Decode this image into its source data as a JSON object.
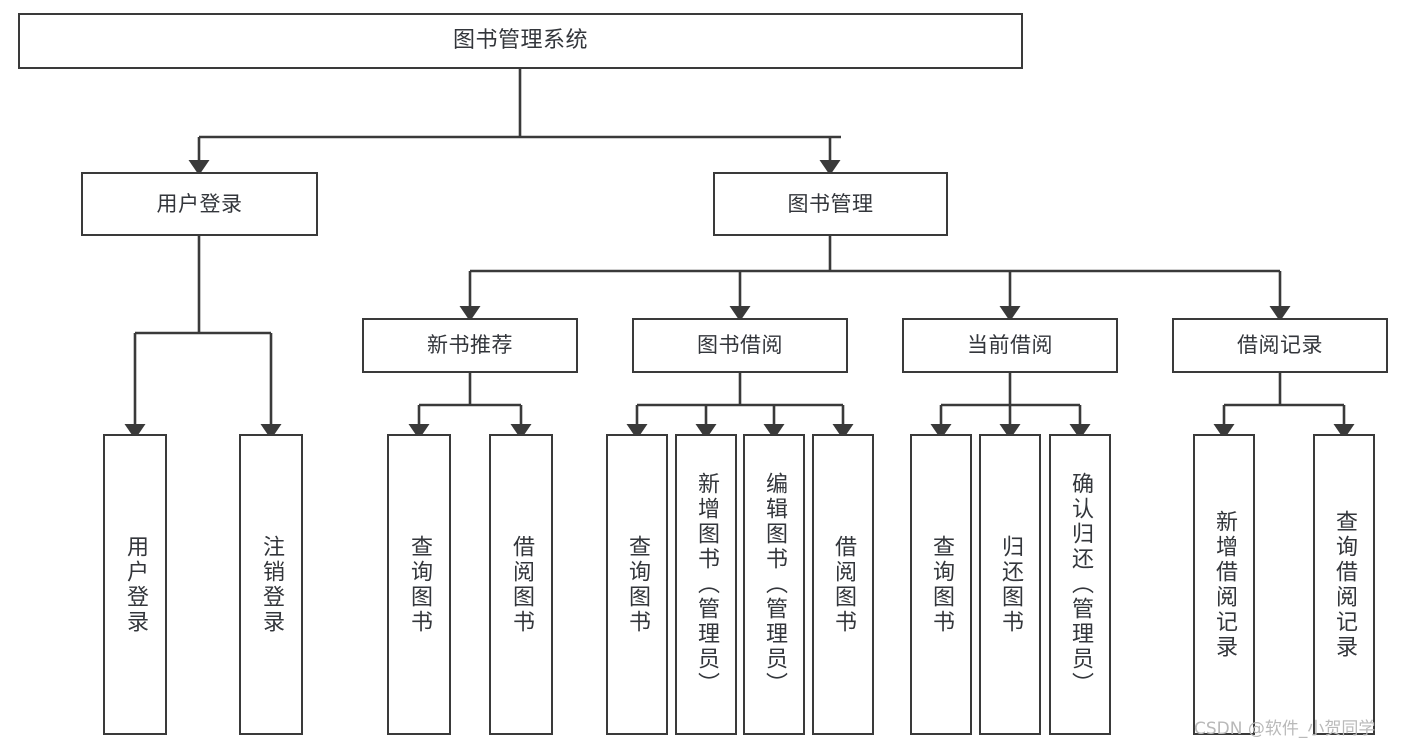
{
  "diagram": {
    "title": "图书管理系统",
    "type": "tree-hierarchy",
    "orientation": "top-down",
    "style": {
      "background": "#ffffff",
      "box_border": "#3a3a3a",
      "box_fill": "#ffffff",
      "text_color": "#33363b",
      "edge_color": "#3a3a3a",
      "watermark_color": "#b9b9b9"
    }
  },
  "watermark": {
    "text": "CSDN @软件_小贺同学"
  },
  "nodes": {
    "root": {
      "label": "图书管理系统"
    },
    "level1": [
      {
        "id": "user-login",
        "label": "用户登录"
      },
      {
        "id": "book-manage",
        "label": "图书管理"
      }
    ],
    "level2": [
      {
        "id": "new-book-recommend",
        "label": "新书推荐"
      },
      {
        "id": "book-borrow",
        "label": "图书借阅"
      },
      {
        "id": "current-borrow",
        "label": "当前借阅"
      },
      {
        "id": "borrow-record",
        "label": "借阅记录"
      }
    ],
    "leaves": {
      "user_login": [
        {
          "id": "leaf-user-login",
          "label": "用户登录"
        },
        {
          "id": "leaf-logout-login",
          "label": "注销登录"
        }
      ],
      "new_book_recommend": [
        {
          "id": "leaf-query-book-1",
          "label": "查询图书"
        },
        {
          "id": "leaf-borrow-book-1",
          "label": "借阅图书"
        }
      ],
      "book_borrow": [
        {
          "id": "leaf-query-book-2",
          "label": "查询图书"
        },
        {
          "id": "leaf-add-book",
          "label": "新增图书（管理员）"
        },
        {
          "id": "leaf-edit-book",
          "label": "编辑图书（管理员）"
        },
        {
          "id": "leaf-borrow-book-2",
          "label": "借阅图书"
        }
      ],
      "current_borrow": [
        {
          "id": "leaf-query-book-3",
          "label": "查询图书"
        },
        {
          "id": "leaf-return-book",
          "label": "归还图书"
        },
        {
          "id": "leaf-confirm-return",
          "label": "确认归还（管理员）"
        }
      ],
      "borrow_record": [
        {
          "id": "leaf-add-record",
          "label": "新增借阅记录"
        },
        {
          "id": "leaf-query-record",
          "label": "查询借阅记录"
        }
      ]
    }
  }
}
